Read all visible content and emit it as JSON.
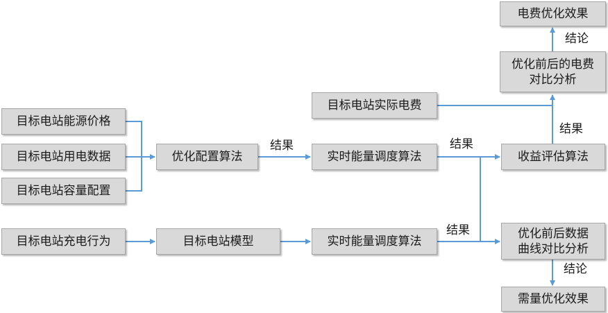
{
  "boxes": {
    "energy_price": "目标电站能源价格",
    "power_data": "目标电站用电数据",
    "capacity_config": "目标电站容量配置",
    "charging_behavior": "目标电站充电行为",
    "optimization_algo": "优化配置算法",
    "station_model": "目标电站模型",
    "dispatch_algo_top": "实时能量调度算法",
    "dispatch_algo_bottom": "实时能量调度算法",
    "actual_cost": "目标电站实际电费",
    "revenue_eval": "收益评估算法",
    "cost_compare": "优化前后的电费\n对比分析",
    "cost_effect": "电费优化效果",
    "curve_compare": "优化前后数据\n曲线对比分析",
    "demand_effect": "需量优化效果"
  },
  "labels": {
    "result_1": "结果",
    "result_2": "结果",
    "result_3": "结果",
    "result_4": "结果",
    "conclusion_top": "结论",
    "conclusion_bottom": "结论"
  },
  "colors": {
    "arrow": "#5b9bd5",
    "box_fill": "#d9d9d9",
    "box_border": "#a6a6a6"
  }
}
